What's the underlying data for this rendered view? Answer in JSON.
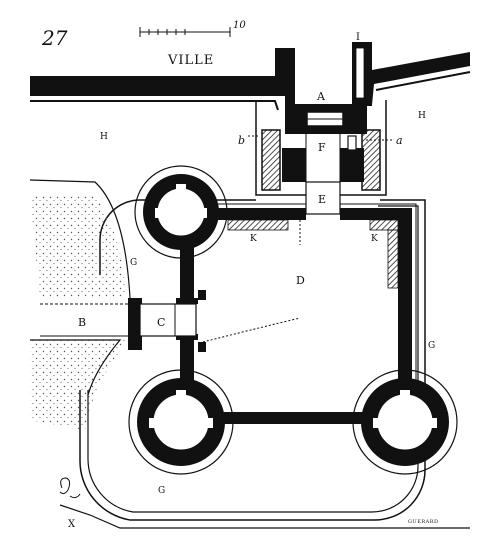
{
  "plate_number": "27",
  "scale_bar": {
    "max_label": "10"
  },
  "labels": {
    "ville": "VILLE",
    "a_gate": "A",
    "f_passage": "F",
    "e_gate": "E",
    "d_court": "D",
    "c_gate": "C",
    "b_approach": "B",
    "g_left": "G",
    "g_right": "G",
    "g_bottom": "G",
    "h_left": "H",
    "h_right": "H",
    "k_left": "K",
    "k_right": "K",
    "i_tower": "I",
    "a_small": "a",
    "b_small": "b",
    "x_corner": "X"
  },
  "signature": "GUERARD"
}
